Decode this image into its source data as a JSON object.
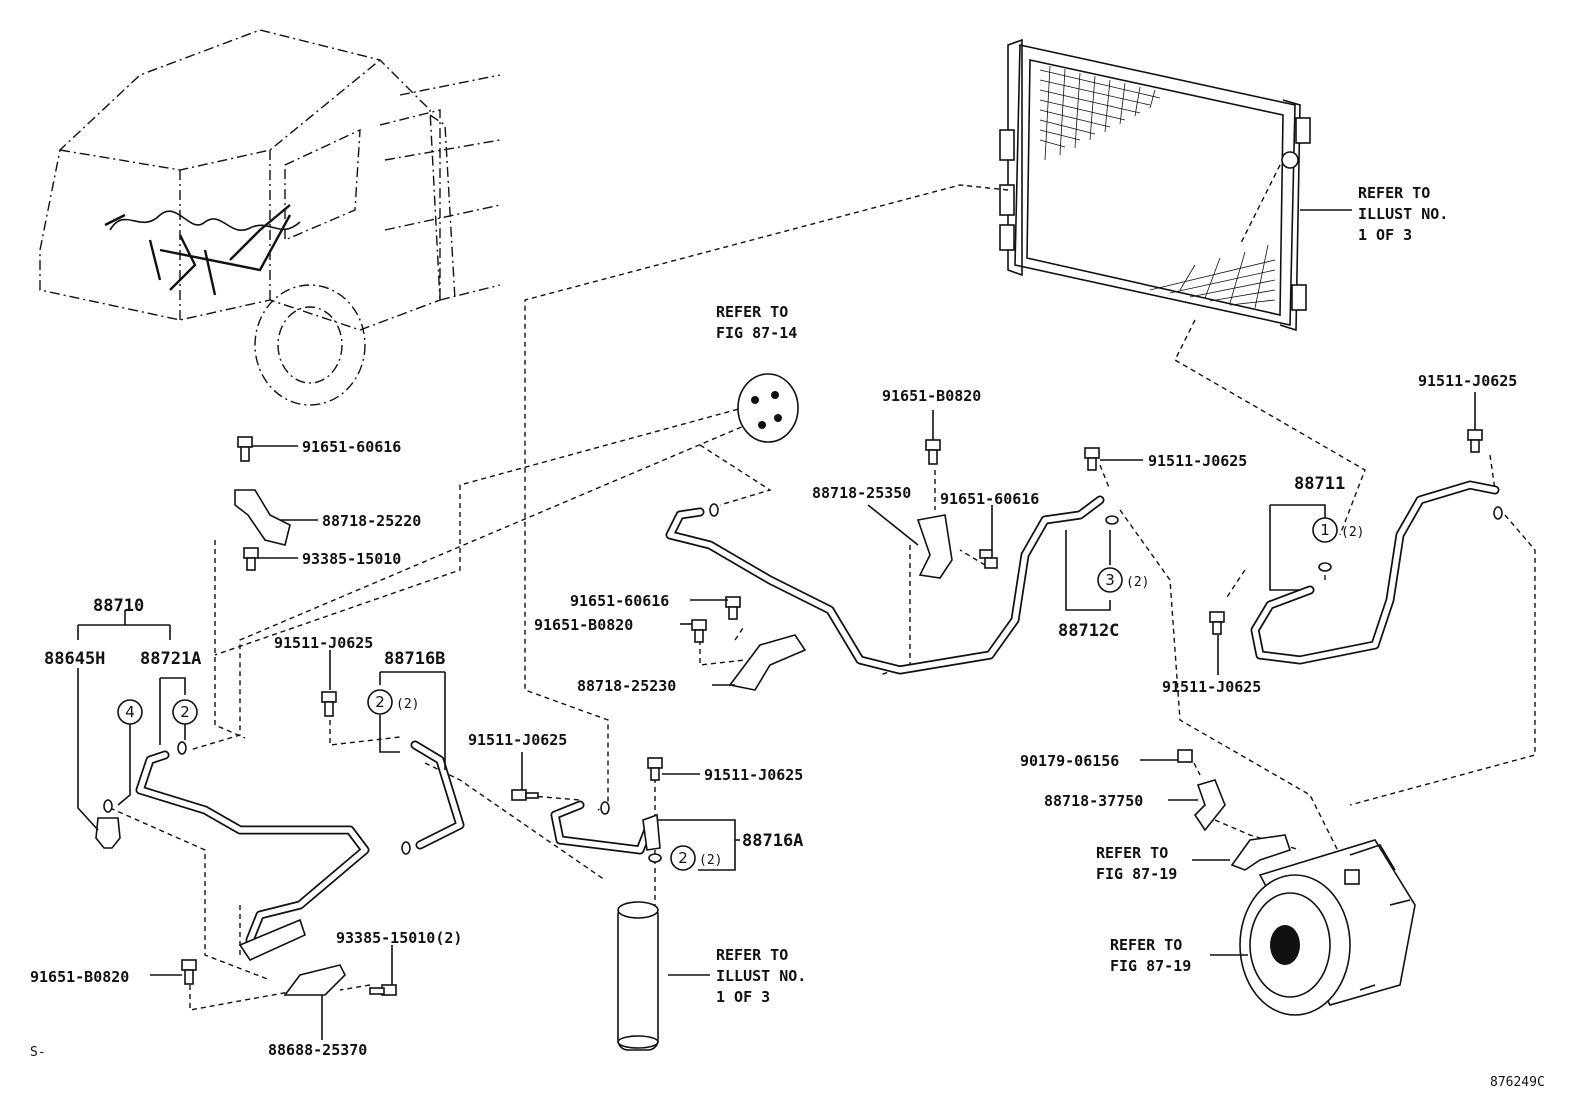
{
  "diagram_code": "876249C",
  "footer_mark": "S-",
  "labels": {
    "p91651_60616_a": "91651-60616",
    "p88718_25220": "88718-25220",
    "p93385_15010": "93385-15010",
    "p88710": "88710",
    "p88645H": "88645H",
    "p88721A": "88721A",
    "c4": "4",
    "c2a": "2",
    "p91511_J0625_a": "91511-J0625",
    "p88716B": "88716B",
    "c2b": "2",
    "q2b": "(2)",
    "p91651_B0820_a": "91651-B0820",
    "p93385_15010_2": "93385-15010(2)",
    "p88688_25370": "88688-25370",
    "p91651_60616_b": "91651-60616",
    "p91651_B0820_b": "91651-B0820",
    "p88718_25230": "88718-25230",
    "p91511_J0625_b": "91511-J0625",
    "p91511_J0625_c": "91511-J0625",
    "p88716A": "88716A",
    "c2c": "2",
    "q2c": "(2)",
    "ref_illust_bottom": [
      "REFER TO",
      "ILLUST NO.",
      "1 OF 3"
    ],
    "ref_fig_87_14": [
      "REFER TO",
      "FIG 87-14"
    ],
    "p91651_B0820_c": "91651-B0820",
    "p88718_25350": "88718-25350",
    "p91651_60616_c": "91651-60616",
    "p91511_J0625_d": "91511-J0625",
    "c3": "3",
    "q3": "(2)",
    "p88712C": "88712C",
    "ref_illust_top": [
      "REFER TO",
      "ILLUST NO.",
      "1 OF 3"
    ],
    "p91511_J0625_e": "91511-J0625",
    "p88711": "88711",
    "c1": "1",
    "q1": "(2)",
    "p91511_J0625_f": "91511-J0625",
    "p90179_06156": "90179-06156",
    "p88718_37750": "88718-37750",
    "ref_fig_87_19_a": [
      "REFER TO",
      "FIG 87-19"
    ],
    "ref_fig_87_19_b": [
      "REFER TO",
      "FIG 87-19"
    ]
  }
}
